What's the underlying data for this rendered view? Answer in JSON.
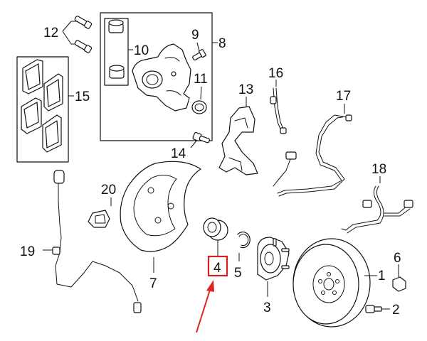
{
  "callouts": {
    "c1": "1",
    "c2": "2",
    "c3": "3",
    "c4": "4",
    "c5": "5",
    "c6": "6",
    "c7": "7",
    "c8": "8",
    "c9": "9",
    "c10": "10",
    "c11": "11",
    "c12": "12",
    "c13": "13",
    "c14": "14",
    "c15": "15",
    "c16": "16",
    "c17": "17",
    "c18": "18",
    "c19": "19",
    "c20": "20"
  },
  "highlight": {
    "part": "4",
    "box_color": "#d6201f",
    "arrow_color": "#e0231f"
  }
}
